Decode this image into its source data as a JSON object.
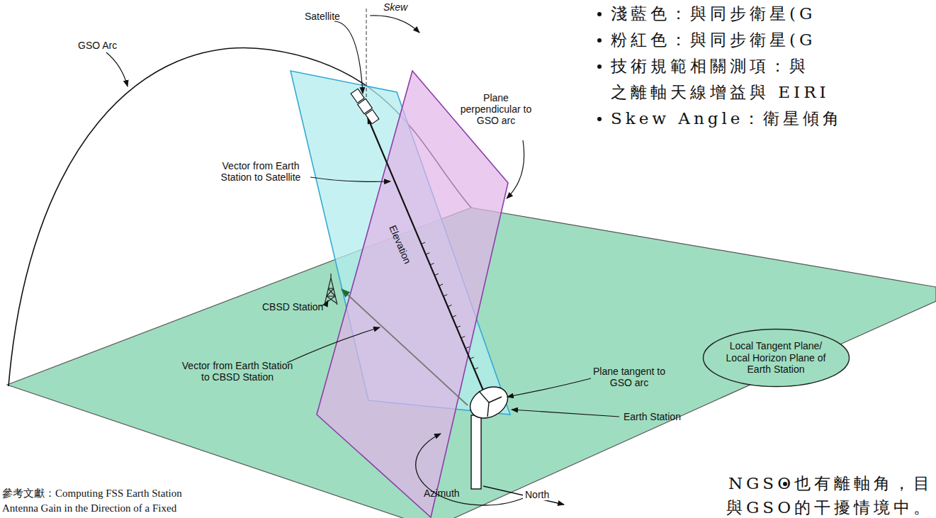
{
  "diagram": {
    "nodes": [
      {
        "text": [
          "Local Tangent Plane/ Local Horizon Plane of Earth Station"
        ]
      }
    ],
    "labels": [
      "Satellite",
      "Skew",
      "GSO Arc",
      "Plane perpendicular to GSO arc",
      "Vector from Earth Station to Satellite",
      "Elevation",
      "CBSD Station",
      "Vector from Earth Station to CBSD Station",
      "Plane tangent to GSO arc",
      "Earth Station",
      "North",
      "Azimuth",
      "淺藍色：與同步衛星(G",
      "粉紅色：與同步衛星(G",
      "技術規範相關測項：與",
      "之離軸天線增益與 EIRI",
      "Skew Angle：衛星傾角",
      "NGSO也有離軸角，目",
      "與GSO的干擾情境中。",
      "參考文獻：Computing FSS Earth Station",
      "Antenna Gain in the Direction of a Fixed"
    ]
  }
}
